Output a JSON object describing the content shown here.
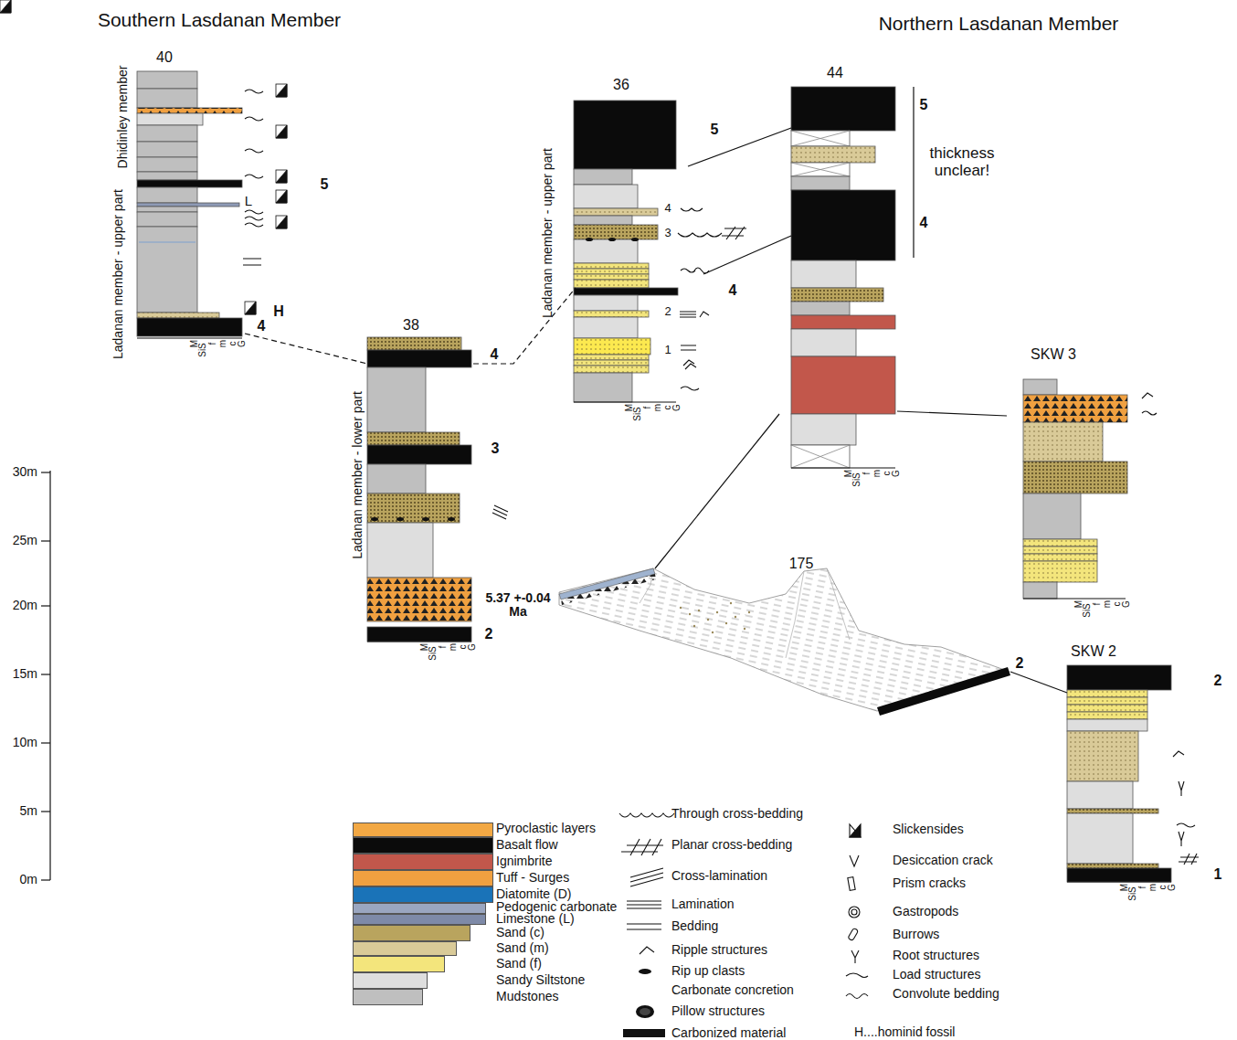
{
  "diagram": {
    "labels": [
      "Southern Lasdanan Member",
      "Northern Lasdanan Member",
      "40",
      "Dhidinley member",
      "Ladanan member - upper part",
      "L",
      "5",
      "H",
      "4",
      "38",
      "Ladanan member - lower part",
      "4",
      "3",
      "5.37 +-0.04 Ma",
      "2",
      "36",
      "Ladanan member - upper part",
      "5",
      "4",
      "3",
      "2",
      "1",
      "4",
      "44",
      "5",
      "thickness unclear!",
      "4",
      "SKW 3",
      "175",
      "2",
      "SKW 2",
      "2",
      "1",
      "30m",
      "25m",
      "20m",
      "15m",
      "10m",
      "5m",
      "0m",
      "M",
      "SiS",
      "f",
      "m",
      "c",
      "G",
      "M",
      "SiS",
      "f",
      "m",
      "c",
      "G",
      "M",
      "SiS",
      "f",
      "m",
      "c",
      "G",
      "M",
      "SiS",
      "f",
      "m",
      "c",
      "G",
      "M",
      "SiS",
      "f",
      "m",
      "c",
      "G",
      "M",
      "SiS",
      "f",
      "m",
      "c",
      "G"
    ],
    "legend": [
      {
        "text": "Pyroclastic layers",
        "color": "#f2a844"
      },
      {
        "text": "Basalt flow",
        "color": "#0b0b0b"
      },
      {
        "text": "Ignimbrite",
        "color": "#c2574b"
      },
      {
        "text": "Tuff - Surges",
        "color": "#f0a040"
      },
      {
        "text": "Diatomite (D)",
        "color": "#1a73b8"
      },
      {
        "text": "Pedogenic carbonate",
        "color": "#9aa6c0"
      },
      {
        "text": "Limestone (L)",
        "color": "#7e8aa8"
      },
      {
        "text": "Sand (c)",
        "color": "#b9a45e"
      },
      {
        "text": "Sand (m)",
        "color": "#d9ca98"
      },
      {
        "text": "Sand (f)",
        "color": "#f3e57c"
      },
      {
        "text": "Sandy Siltstone",
        "color": "#dedede"
      },
      {
        "text": "Mudstones",
        "color": "#bfbfbf"
      },
      {
        "text": "Through cross-bedding"
      },
      {
        "text": "Planar cross-bedding"
      },
      {
        "text": "Cross-lamination"
      },
      {
        "text": "Lamination"
      },
      {
        "text": "Bedding"
      },
      {
        "text": "Ripple structures"
      },
      {
        "text": "Rip up clasts"
      },
      {
        "text": "Carbonate concretion"
      },
      {
        "text": "Pillow structures"
      },
      {
        "text": "Carbonized material"
      },
      {
        "text": "Slickensides"
      },
      {
        "text": "Desiccation crack"
      },
      {
        "text": "Prism cracks"
      },
      {
        "text": "Gastropods"
      },
      {
        "text": "Burrows"
      },
      {
        "text": "Root structures"
      },
      {
        "text": "Load structures"
      },
      {
        "text": "Convolute bedding"
      },
      {
        "text": "H....hominid fossil"
      }
    ]
  }
}
